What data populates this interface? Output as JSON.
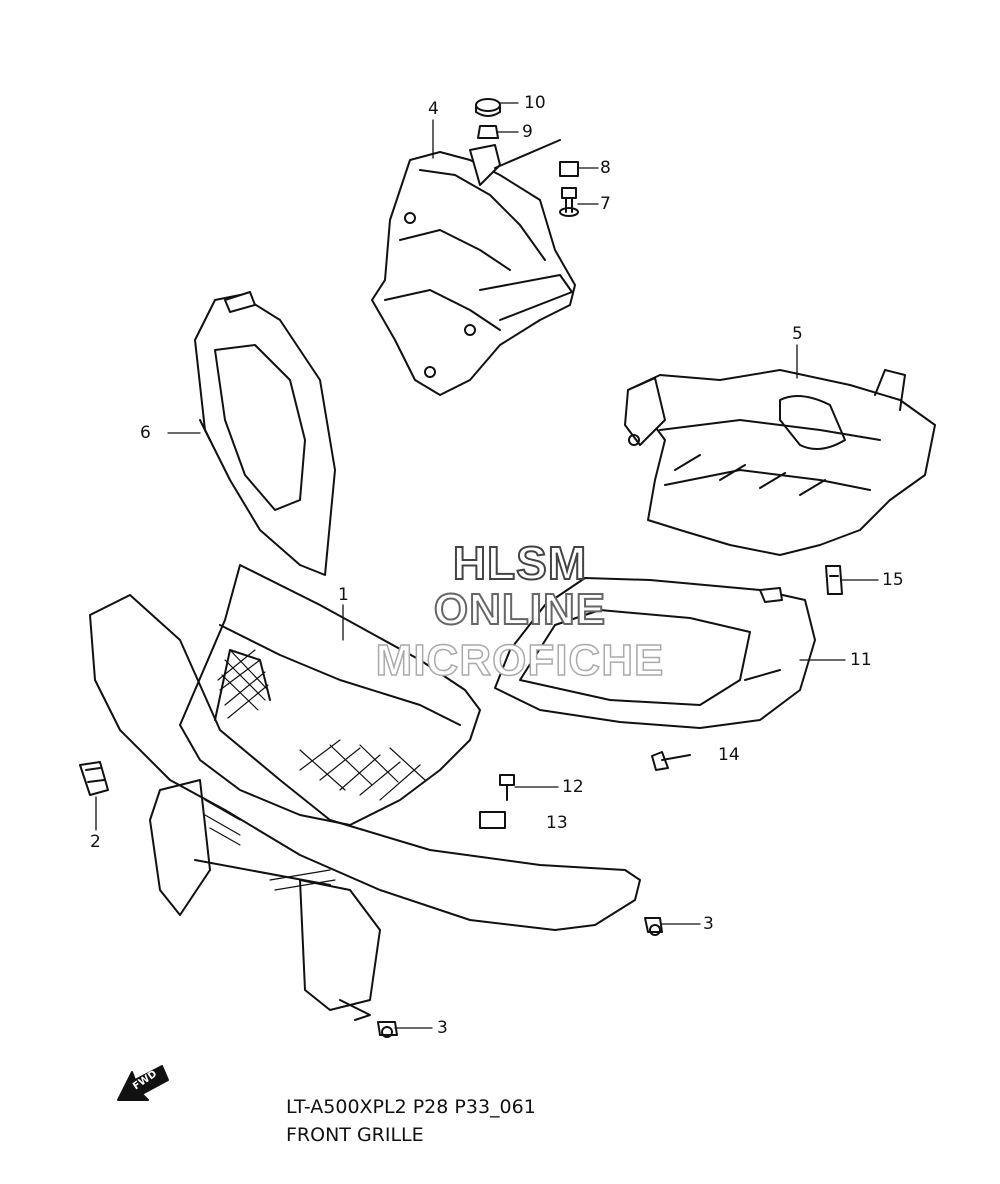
{
  "diagram": {
    "code": "LT-A500XPL2 P28 P33_061",
    "title": "FRONT GRILLE",
    "fwd_label": "FWD",
    "watermark": [
      "HLSM",
      "ONLINE",
      "MICROFICHE"
    ],
    "callouts": [
      "1",
      "2",
      "3",
      "3",
      "4",
      "5",
      "6",
      "7",
      "8",
      "9",
      "10",
      "11",
      "12",
      "13",
      "14",
      "15"
    ]
  }
}
